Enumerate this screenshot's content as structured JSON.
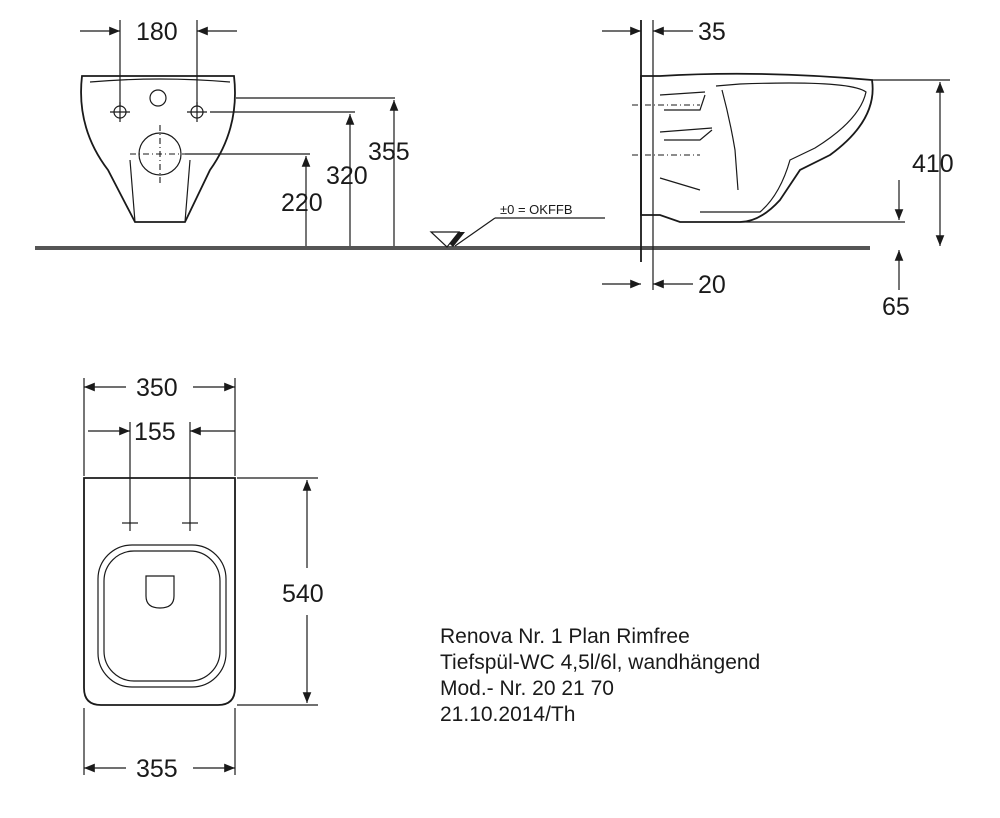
{
  "dimensions": {
    "front": {
      "hole_spacing": "180",
      "h355": "355",
      "h320": "320",
      "h220": "220"
    },
    "floor_marker": "±0 = OKFFB",
    "side": {
      "top_offset": "35",
      "bottom_offset": "20",
      "h410": "410",
      "h65": "65"
    },
    "top": {
      "width_350": "350",
      "spacing_155": "155",
      "depth_540": "540",
      "width_355": "355"
    }
  },
  "info": {
    "line1": "Renova Nr. 1 Plan Rimfree",
    "line2": "Tiefspül-WC 4,5l/6l, wandhängend",
    "line3": "Mod.- Nr. 20 21 70",
    "line4": "21.10.2014/Th"
  }
}
